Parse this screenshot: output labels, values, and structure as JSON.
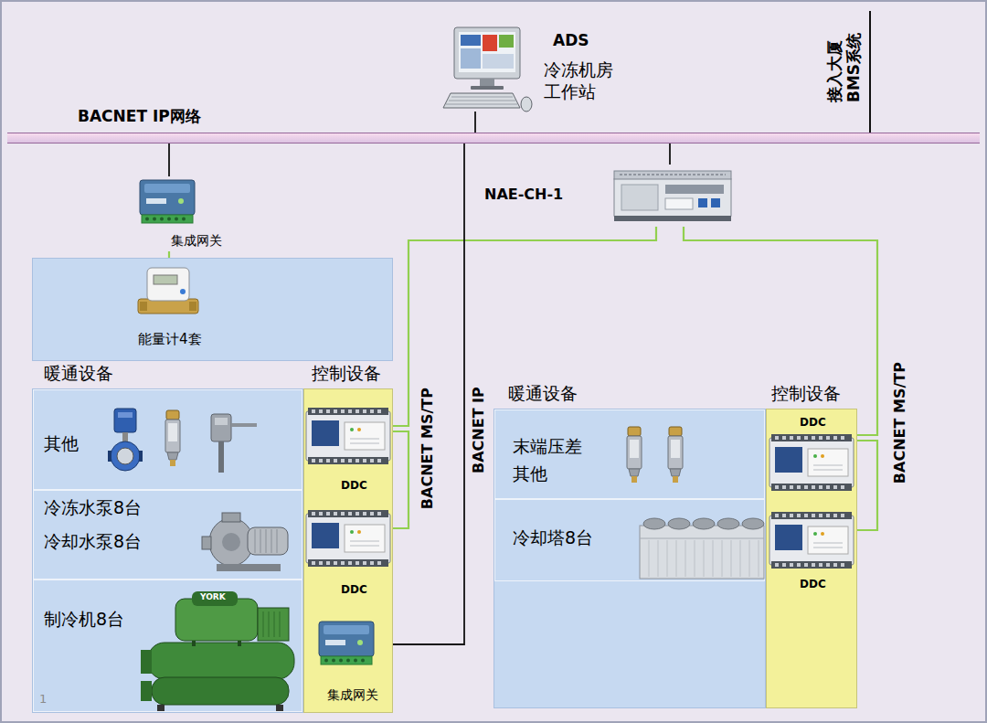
{
  "diagram": {
    "nodes": [
      {
        "text": [
          "BACNET IP网络"
        ]
      },
      {
        "text": [
          "ADS",
          "冷冻机房 工作站"
        ]
      },
      {
        "text": [
          "集成网关"
        ]
      },
      {
        "text": [
          "NAE-CH-1"
        ]
      },
      {
        "text": [
          "能量计4套"
        ]
      },
      {
        "text": [
          "暖通设备"
        ]
      },
      {
        "text": [
          "其他"
        ],
        "in": 5
      },
      {
        "text": [
          "冷冻水泵8台 冷却水泵8台"
        ],
        "in": 5
      },
      {
        "text": [
          "制冷机8台"
        ],
        "in": 5
      },
      {
        "text": [
          "控制设备"
        ]
      },
      {
        "text": [
          "DDC"
        ],
        "in": 9
      },
      {
        "text": [
          "DDC"
        ],
        "in": 9
      },
      {
        "text": [
          "集成网关"
        ],
        "in": 9
      },
      {
        "text": [
          "暖通设备"
        ]
      },
      {
        "text": [
          "末端压差 其他"
        ],
        "in": 13
      },
      {
        "text": [
          "冷却塔8台"
        ],
        "in": 13
      },
      {
        "text": [
          "控制设备"
        ]
      },
      {
        "text": [
          "DDC"
        ],
        "in": 16
      },
      {
        "text": [
          "DDC"
        ],
        "in": 16
      }
    ],
    "edges": [
      {
        "from": 0,
        "to": 1,
        "arrow": "none"
      },
      {
        "from": 0,
        "to": 2,
        "arrow": "none"
      },
      {
        "from": 2,
        "to": 4,
        "arrow": "none"
      },
      {
        "from": 0,
        "to": 3,
        "arrow": "none"
      },
      {
        "from": 3,
        "to": 10,
        "label": "BACNET MS/TP",
        "arrow": "none"
      },
      {
        "from": 10,
        "to": 11,
        "arrow": "none"
      },
      {
        "from": 3,
        "to": 17,
        "label": "BACNET MS/TP",
        "arrow": "none"
      },
      {
        "from": 17,
        "to": 18,
        "arrow": "none"
      },
      {
        "from": 0,
        "to": 12,
        "label": "BACNET IP",
        "arrow": "none"
      }
    ],
    "labels": [
      "接入大厦BMS系统",
      "YORK",
      "1"
    ]
  }
}
